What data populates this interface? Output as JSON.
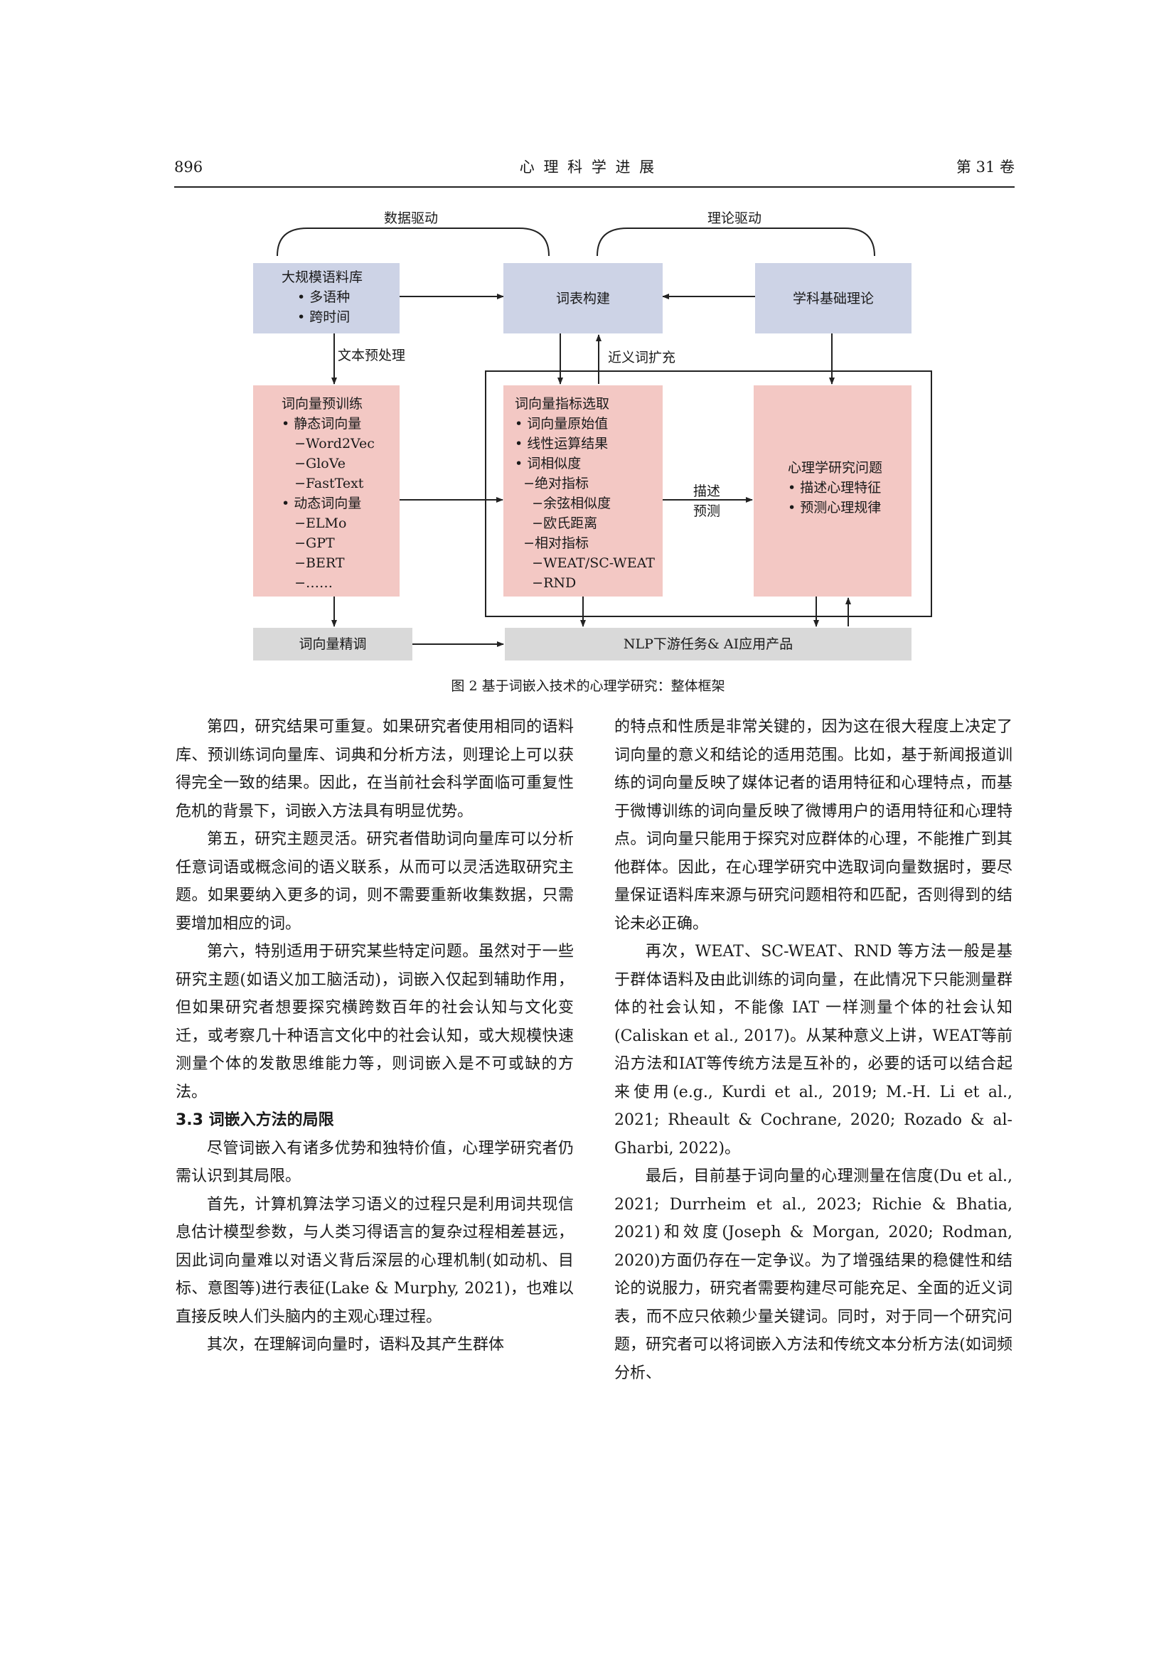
{
  "header": {
    "page_number": "896",
    "journal": "心 理 科 学 进 展",
    "volume": "第 31 卷"
  },
  "figure": {
    "brace_left_label": "数据驱动",
    "brace_right_label": "理论驱动",
    "corpus_box": {
      "title": "大规模语料库",
      "items": [
        "• 多语种",
        "• 跨时间"
      ]
    },
    "wordlist_box": "词表构建",
    "theory_box": "学科基础理论",
    "preprocess_label": "文本预处理",
    "synonym_label": "近义词扩充",
    "pretrain_box": [
      "词向量预训练",
      "• 静态词向量",
      "   −Word2Vec",
      "   −GloVe",
      "   −FastText",
      "• 动态词向量",
      "   −ELMo",
      "   −GPT",
      "   −BERT",
      "   −……"
    ],
    "indicator_box": [
      "词向量指标选取",
      "• 词向量原始值",
      "• 线性运算结果",
      "• 词相似度",
      "  −绝对指标",
      "    −余弦相似度",
      "    −欧氏距离",
      "  −相对指标",
      "    −WEAT/SC-WEAT",
      "    −RND"
    ],
    "describe_label": "描述",
    "predict_label": "预测",
    "psych_box": [
      "心理学研究问题",
      "• 描述心理特征",
      "• 预测心理规律"
    ],
    "finetune_box": "词向量精调",
    "nlp_box": "NLP下游任务& AI应用产品",
    "colors": {
      "blue_box": "#cdd3e6",
      "pink_box": "#f3c8c4",
      "grey_box": "#d9d9d9"
    }
  },
  "caption": "图 2   基于词嵌入技术的心理学研究：整体框架",
  "left_column": [
    {
      "type": "p",
      "text": "第四，研究结果可重复。如果研究者使用相同的语料库、预训练词向量库、词典和分析方法，则理论上可以获得完全一致的结果。因此，在当前社会科学面临可重复性危机的背景下，词嵌入方法具有明显优势。"
    },
    {
      "type": "p",
      "text": "第五，研究主题灵活。研究者借助词向量库可以分析任意词语或概念间的语义联系，从而可以灵活选取研究主题。如果要纳入更多的词，则不需要重新收集数据，只需要增加相应的词。"
    },
    {
      "type": "p",
      "text": "第六，特别适用于研究某些特定问题。虽然对于一些研究主题(如语义加工脑活动)，词嵌入仅起到辅助作用，但如果研究者想要探究横跨数百年的社会认知与文化变迁，或考察几十种语言文化中的社会认知，或大规模快速测量个体的发散思维能力等，则词嵌入是不可或缺的方法。"
    },
    {
      "type": "sec",
      "text": "3.3   词嵌入方法的局限"
    },
    {
      "type": "p",
      "text": "尽管词嵌入有诸多优势和独特价值，心理学研究者仍需认识到其局限。"
    },
    {
      "type": "p",
      "text": "首先，计算机算法学习语义的过程只是利用词共现信息估计模型参数，与人类习得语言的复杂过程相差甚远，因此词向量难以对语义背后深层的心理机制(如动机、目标、意图等)进行表征(Lake & Murphy, 2021)，也难以直接反映人们头脑内的主观心理过程。"
    },
    {
      "type": "p",
      "text": "其次，在理解词向量时，语料及其产生群体"
    }
  ],
  "right_column": [
    {
      "type": "noindent",
      "text": "的特点和性质是非常关键的，因为这在很大程度上决定了词向量的意义和结论的适用范围。比如，基于新闻报道训练的词向量反映了媒体记者的语用特征和心理特点，而基于微博训练的词向量反映了微博用户的语用特征和心理特点。词向量只能用于探究对应群体的心理，不能推广到其他群体。因此，在心理学研究中选取词向量数据时，要尽量保证语料库来源与研究问题相符和匹配，否则得到的结论未必正确。"
    },
    {
      "type": "p",
      "text": "再次，WEAT、SC-WEAT、RND 等方法一般是基于群体语料及由此训练的词向量，在此情况下只能测量群体的社会认知，不能像 IAT 一样测量个体的社会认知(Caliskan et al., 2017)。从某种意义上讲，WEAT等前沿方法和IAT等传统方法是互补的，必要的话可以结合起来使用(e.g., Kurdi et al., 2019; M.-H. Li et al., 2021; Rheault & Cochrane, 2020; Rozado & al-Gharbi, 2022)。"
    },
    {
      "type": "p",
      "text": "最后，目前基于词向量的心理测量在信度(Du et al., 2021; Durrheim et al., 2023; Richie & Bhatia, 2021)和效度(Joseph & Morgan, 2020; Rodman, 2020)方面仍存在一定争议。为了增强结果的稳健性和结论的说服力，研究者需要构建尽可能充足、全面的近义词表，而不应只依赖少量关键词。同时，对于同一个研究问题，研究者可以将词嵌入方法和传统文本分析方法(如词频分析、"
    }
  ]
}
